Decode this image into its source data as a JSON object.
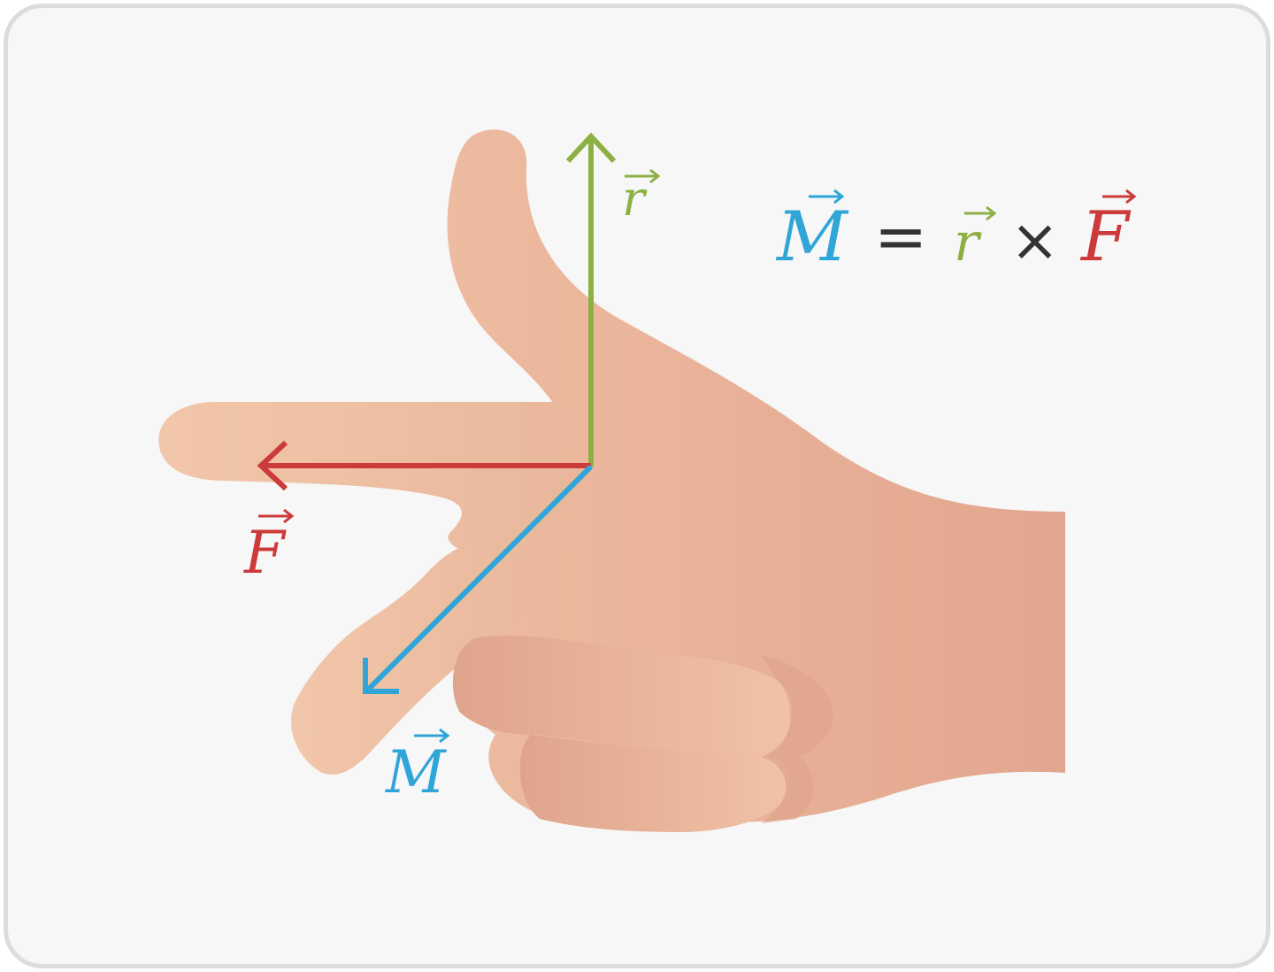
{
  "vectors": {
    "r": {
      "letter": "r",
      "color": "#8db043"
    },
    "F": {
      "letter": "F",
      "color": "#cc3a3a"
    },
    "M": {
      "letter": "M",
      "color": "#2fa5d8"
    }
  },
  "equation": {
    "lhs": "M",
    "equals": "=",
    "a": "r",
    "times": "×",
    "b": "F"
  },
  "colors": {
    "skin_light": "#f1c3a6",
    "skin_mid": "#e9b79b",
    "skin_dark": "#e0a48c",
    "text_dark": "#333333",
    "background": "#f7f7f7"
  }
}
